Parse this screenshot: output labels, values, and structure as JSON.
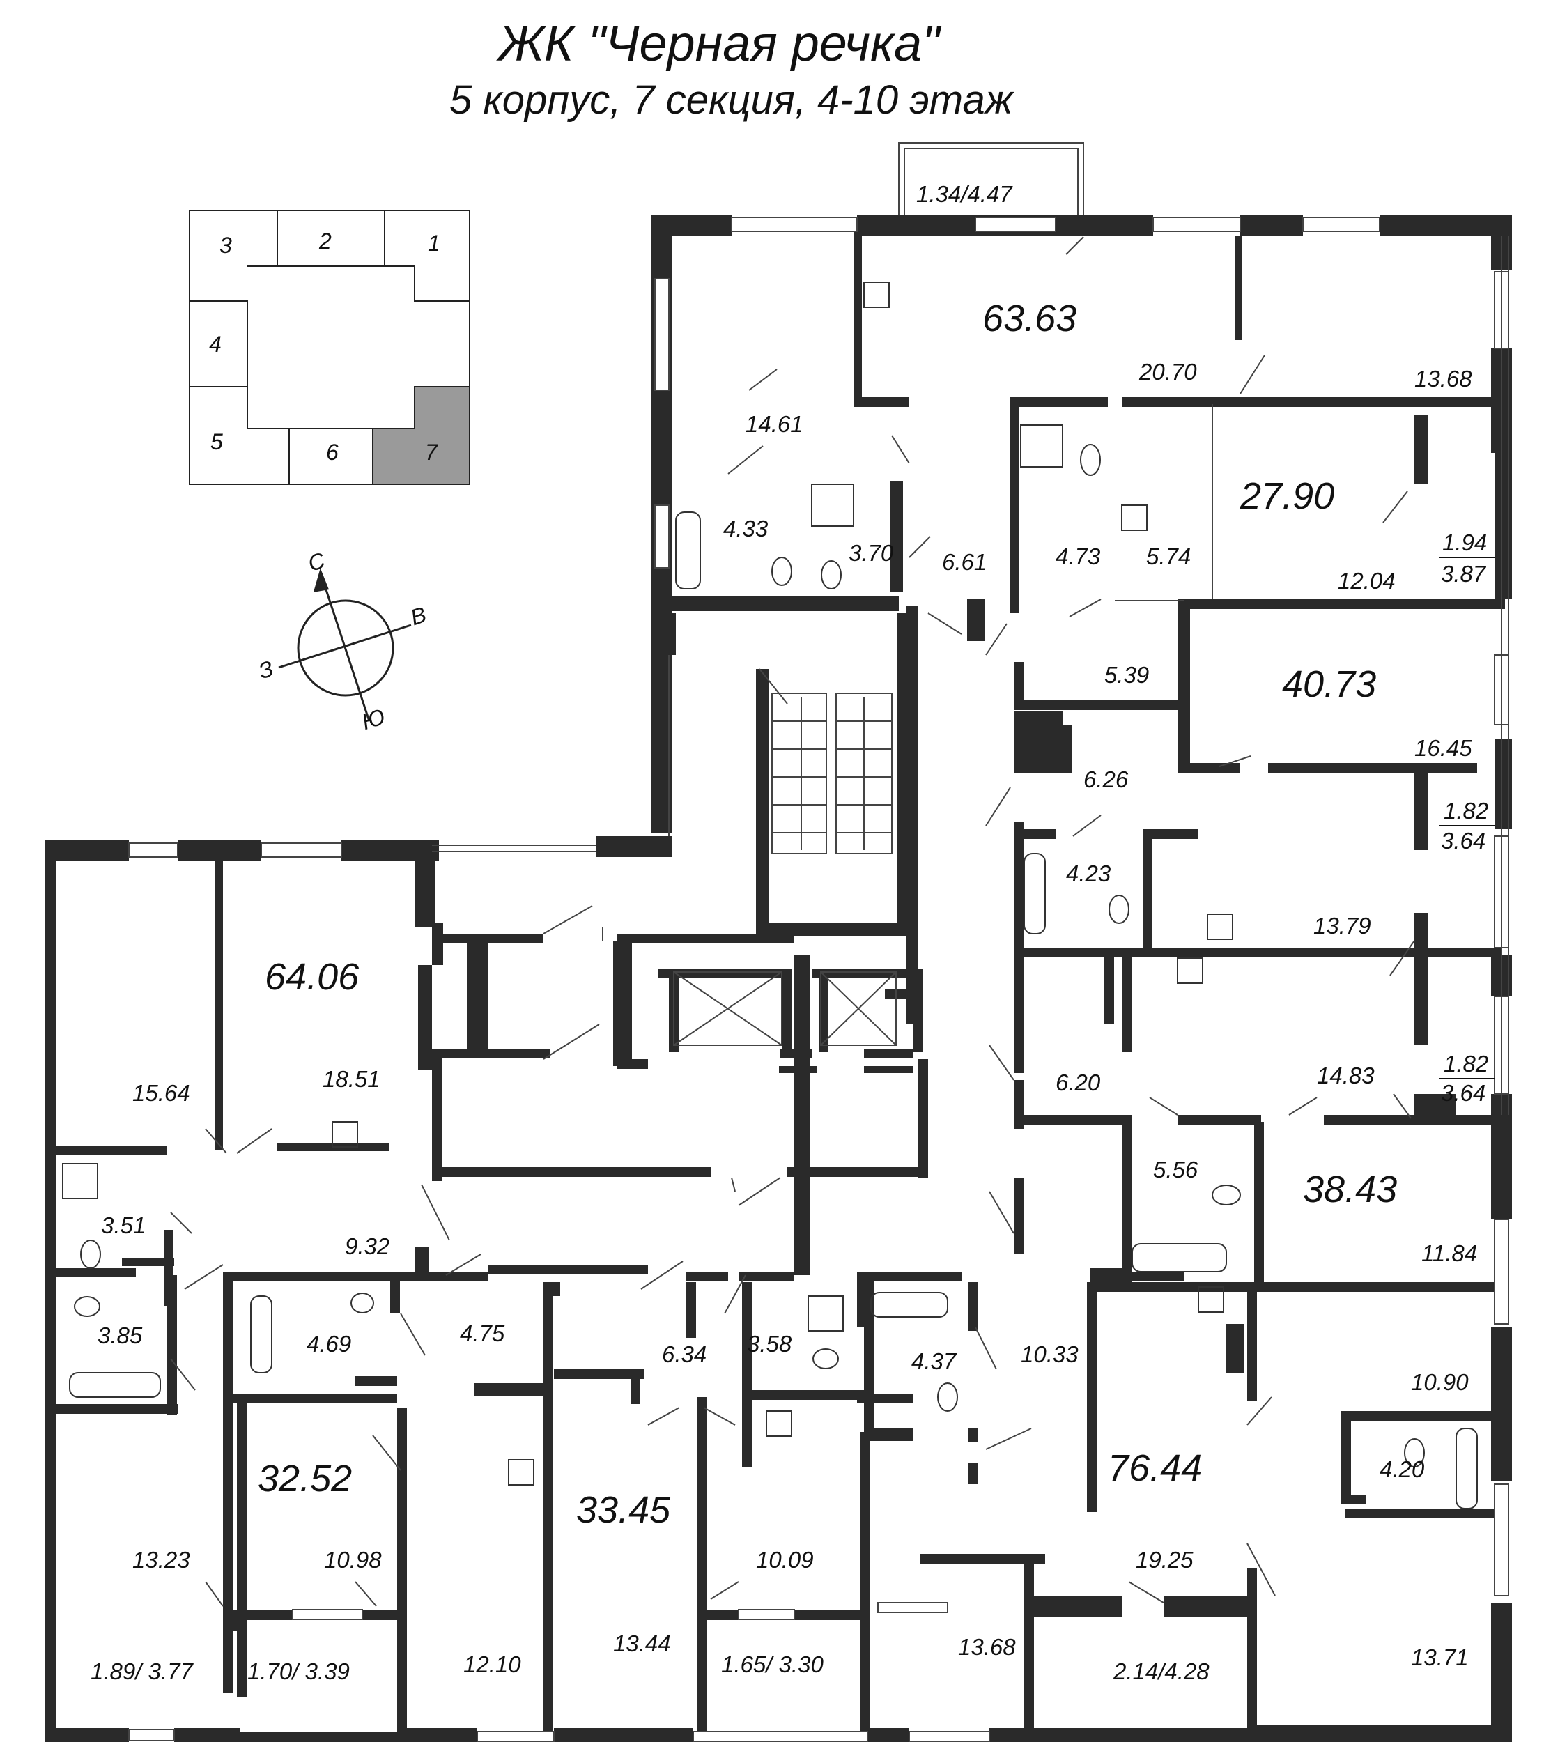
{
  "title": "ЖК \"Черная речка\"",
  "subtitle": "5 корпус, 7 секция, 4-10 этаж",
  "key_plan": {
    "sections": [
      "1",
      "2",
      "3",
      "4",
      "5",
      "6",
      "7"
    ],
    "highlighted": "7",
    "highlight_color": "#9a9a9a"
  },
  "compass": {
    "north": "С",
    "east": "В",
    "west": "З",
    "south": "Ю"
  },
  "apartments": [
    {
      "total": "63.63"
    },
    {
      "total": "27.90"
    },
    {
      "total": "40.73"
    },
    {
      "total": "64.06"
    },
    {
      "total": "38.43"
    },
    {
      "total": "32.52"
    },
    {
      "total": "33.45"
    },
    {
      "total": "76.44"
    }
  ],
  "rooms": [
    "1.34/4.47",
    "20.70",
    "13.68",
    "14.61",
    "4.33",
    "3.70",
    "6.61",
    "4.73",
    "5.74",
    "12.04",
    "1.94",
    "3.87",
    "5.39",
    "16.45",
    "6.26",
    "1.82",
    "3.64",
    "4.23",
    "13.79",
    "1.82",
    "3.64",
    "6.20",
    "14.83",
    "5.56",
    "11.84",
    "15.64",
    "18.51",
    "3.51",
    "9.32",
    "3.85",
    "4.69",
    "4.75",
    "6.34",
    "3.58",
    "4.37",
    "10.33",
    "10.90",
    "4.20",
    "13.23",
    "10.98",
    "10.09",
    "19.25",
    "1.89/ 3.77",
    "1.70/ 3.39",
    "12.10",
    "13.44",
    "1.65/ 3.30",
    "13.68",
    "2.14/4.28",
    "13.71"
  ],
  "colors": {
    "wall": "#2a2a2a",
    "line": "#333333"
  }
}
